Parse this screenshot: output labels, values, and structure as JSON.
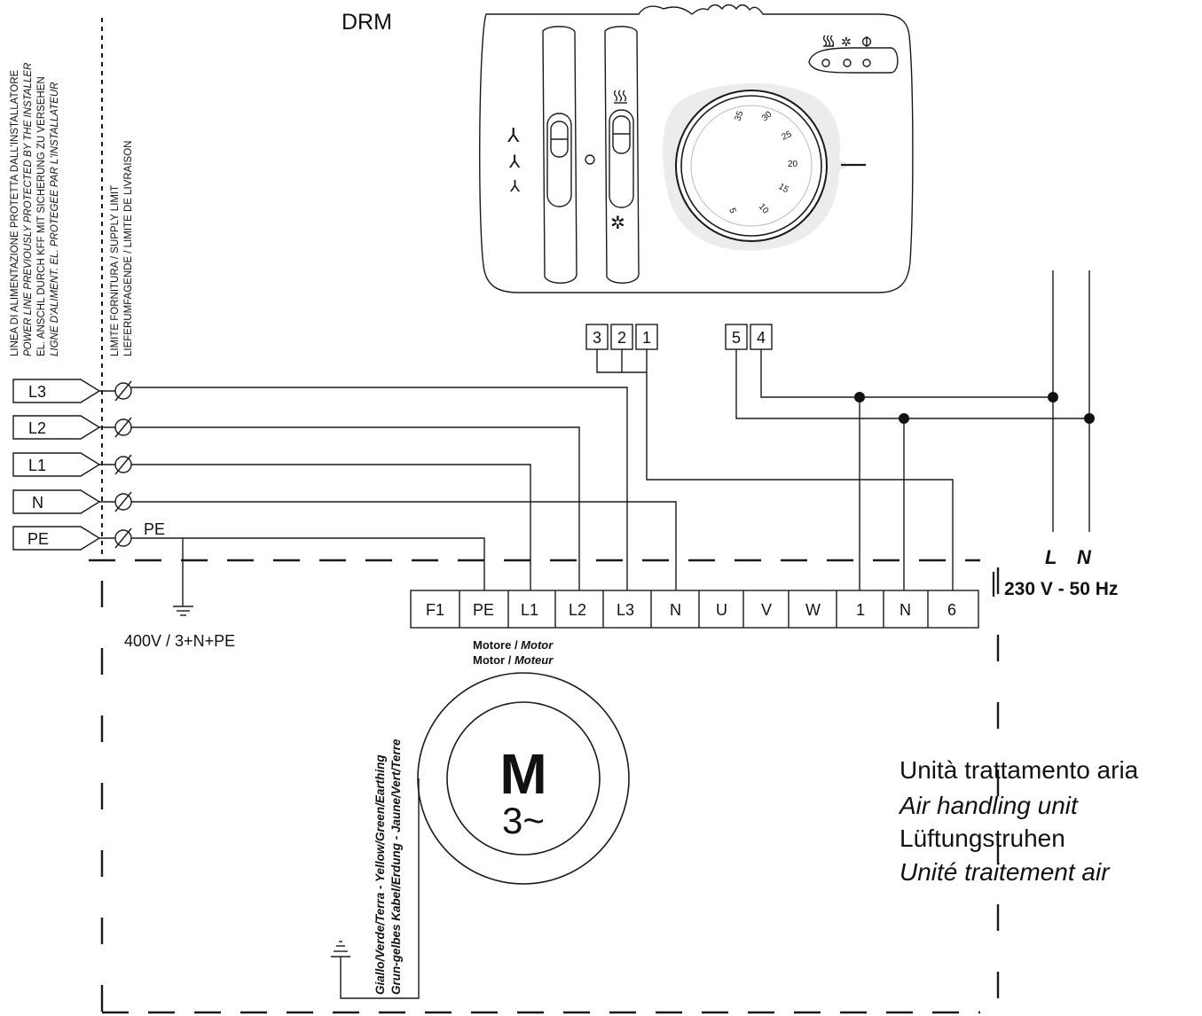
{
  "title": "DRM",
  "install_notes": [
    "LINEA DI ALIMENTAZIONE PROTETTA DALL'INSTALLATORE",
    "POWER LINE PREVIOUSLY PROTECTED BY THE INSTALLER",
    "EL. ANSCHL DURCH KFF MIT SICHERUNG ZU VERSEHEN",
    "LIGNE D'ALIMENT. EL. PROTEGEE PAR L'INSTALLATEUR"
  ],
  "supply_limit": [
    "LIMITE FORNITURA / SUPPLY LIMIT",
    "LIEFERUMFAGENDE / LIMITE DE LIVRAISON"
  ],
  "input_lines": [
    "L3",
    "L2",
    "L1",
    "N",
    "PE"
  ],
  "pe_label": "PE",
  "supply_note": "400V / 3+N+PE",
  "terminal_block": [
    "F1",
    "PE",
    "L1",
    "L2",
    "L3",
    "N",
    "U",
    "V",
    "W",
    "1",
    "N",
    "6"
  ],
  "controller_terminals_a": [
    "3",
    "2",
    "1"
  ],
  "controller_terminals_b": [
    "5",
    "4"
  ],
  "mains": {
    "l": "L",
    "n": "N",
    "voltage": "230 V - 50 Hz"
  },
  "motor": {
    "caption_1a": "Motore / ",
    "caption_1b": "Motor",
    "caption_2a": "Motor / ",
    "caption_2b": "Moteur",
    "symbol": "M",
    "phase": "3~"
  },
  "earth_cable": [
    "Giallo/Verde/Terra - Yellow/Green/Earthing",
    "Grun-gelbes Kabel/Erdung - Jaune/Vert/Terre"
  ],
  "unit_labels": [
    "Unità trattamento aria",
    "Air handling unit",
    "Lüftungstruhen",
    "Unité traitement air"
  ],
  "dial_numbers": [
    "35",
    "30",
    "25",
    "20",
    "15",
    "10",
    "5"
  ]
}
